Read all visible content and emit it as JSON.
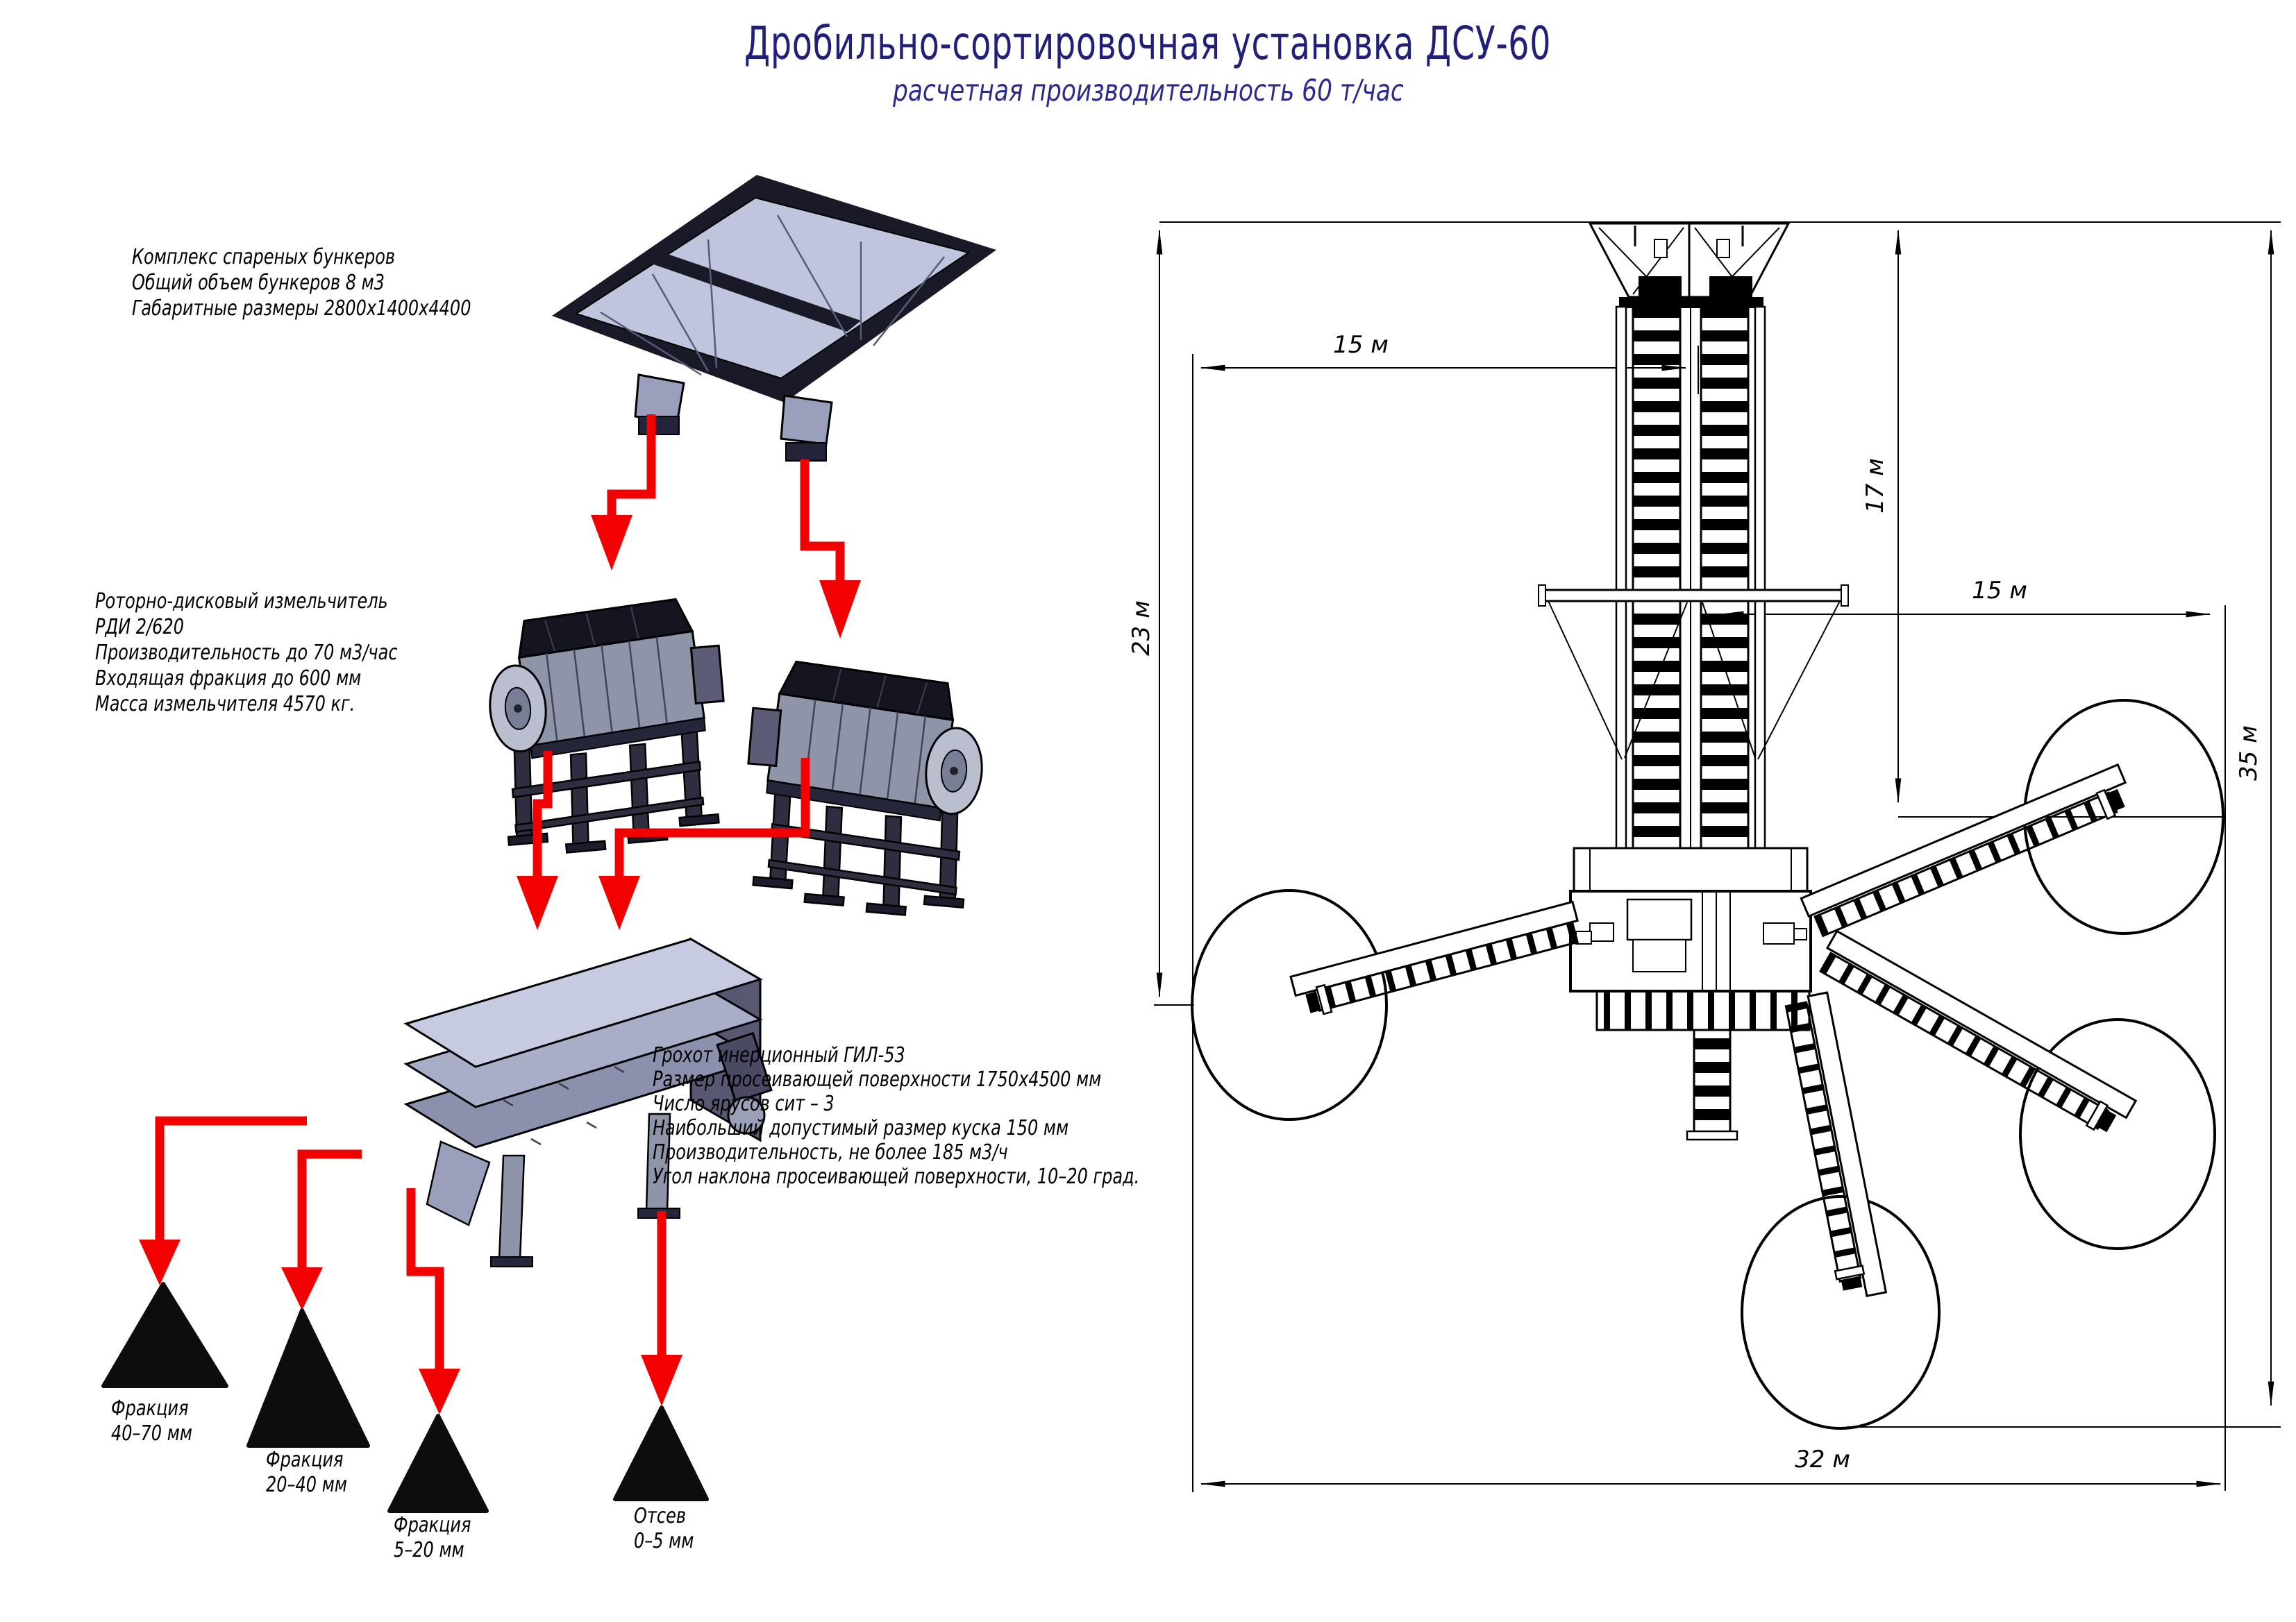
{
  "header": {
    "title": "Дробильно-сортировочная установка ДСУ-60",
    "subtitle": "расчетная производительность 60 т/час"
  },
  "equipment": {
    "bunker": {
      "lines": [
        "Комплекс спареных бункеров",
        "Общий объем бункеров 8 м3",
        "Габаритные размеры 2800х1400х4400"
      ]
    },
    "crusher": {
      "lines": [
        "Роторно-дисковый измельчитель",
        "РДИ 2/620",
        "Производительность до 70 м3/час",
        "Входящая фракция до 600 мм",
        "Масса измельчителя 4570 кг."
      ]
    },
    "screen": {
      "lines": [
        "Грохот инерционный  ГИЛ-53",
        "Размер просеивающей поверхности 1750х4500 мм",
        "Число ярусов сит – 3",
        "Наибольший допустимый размер куска 150 мм",
        "Производительность, не более 185 м3/ч",
        "Угол наклона просеивающей поверхности, 10–20 град."
      ]
    }
  },
  "fractions": [
    {
      "name": "Фракция",
      "size": "40–70 мм"
    },
    {
      "name": "Фракция",
      "size": "20–40 мм"
    },
    {
      "name": "Фракция",
      "size": "5–20 мм"
    },
    {
      "name": "Отсев",
      "size": "0–5 мм"
    }
  ],
  "plan": {
    "dims": {
      "left_height": "23 м",
      "top_left_width": "15 м",
      "mid_height": "17 м",
      "right_width": "15 м",
      "right_height": "35 м",
      "bottom_width": "32 м"
    }
  },
  "colors": {
    "accent_red": "#f30000",
    "title_blue": "#20207a",
    "steel_light": "#c0c5de",
    "steel_mid": "#8f95a8",
    "steel_dark": "#2e2e40"
  }
}
